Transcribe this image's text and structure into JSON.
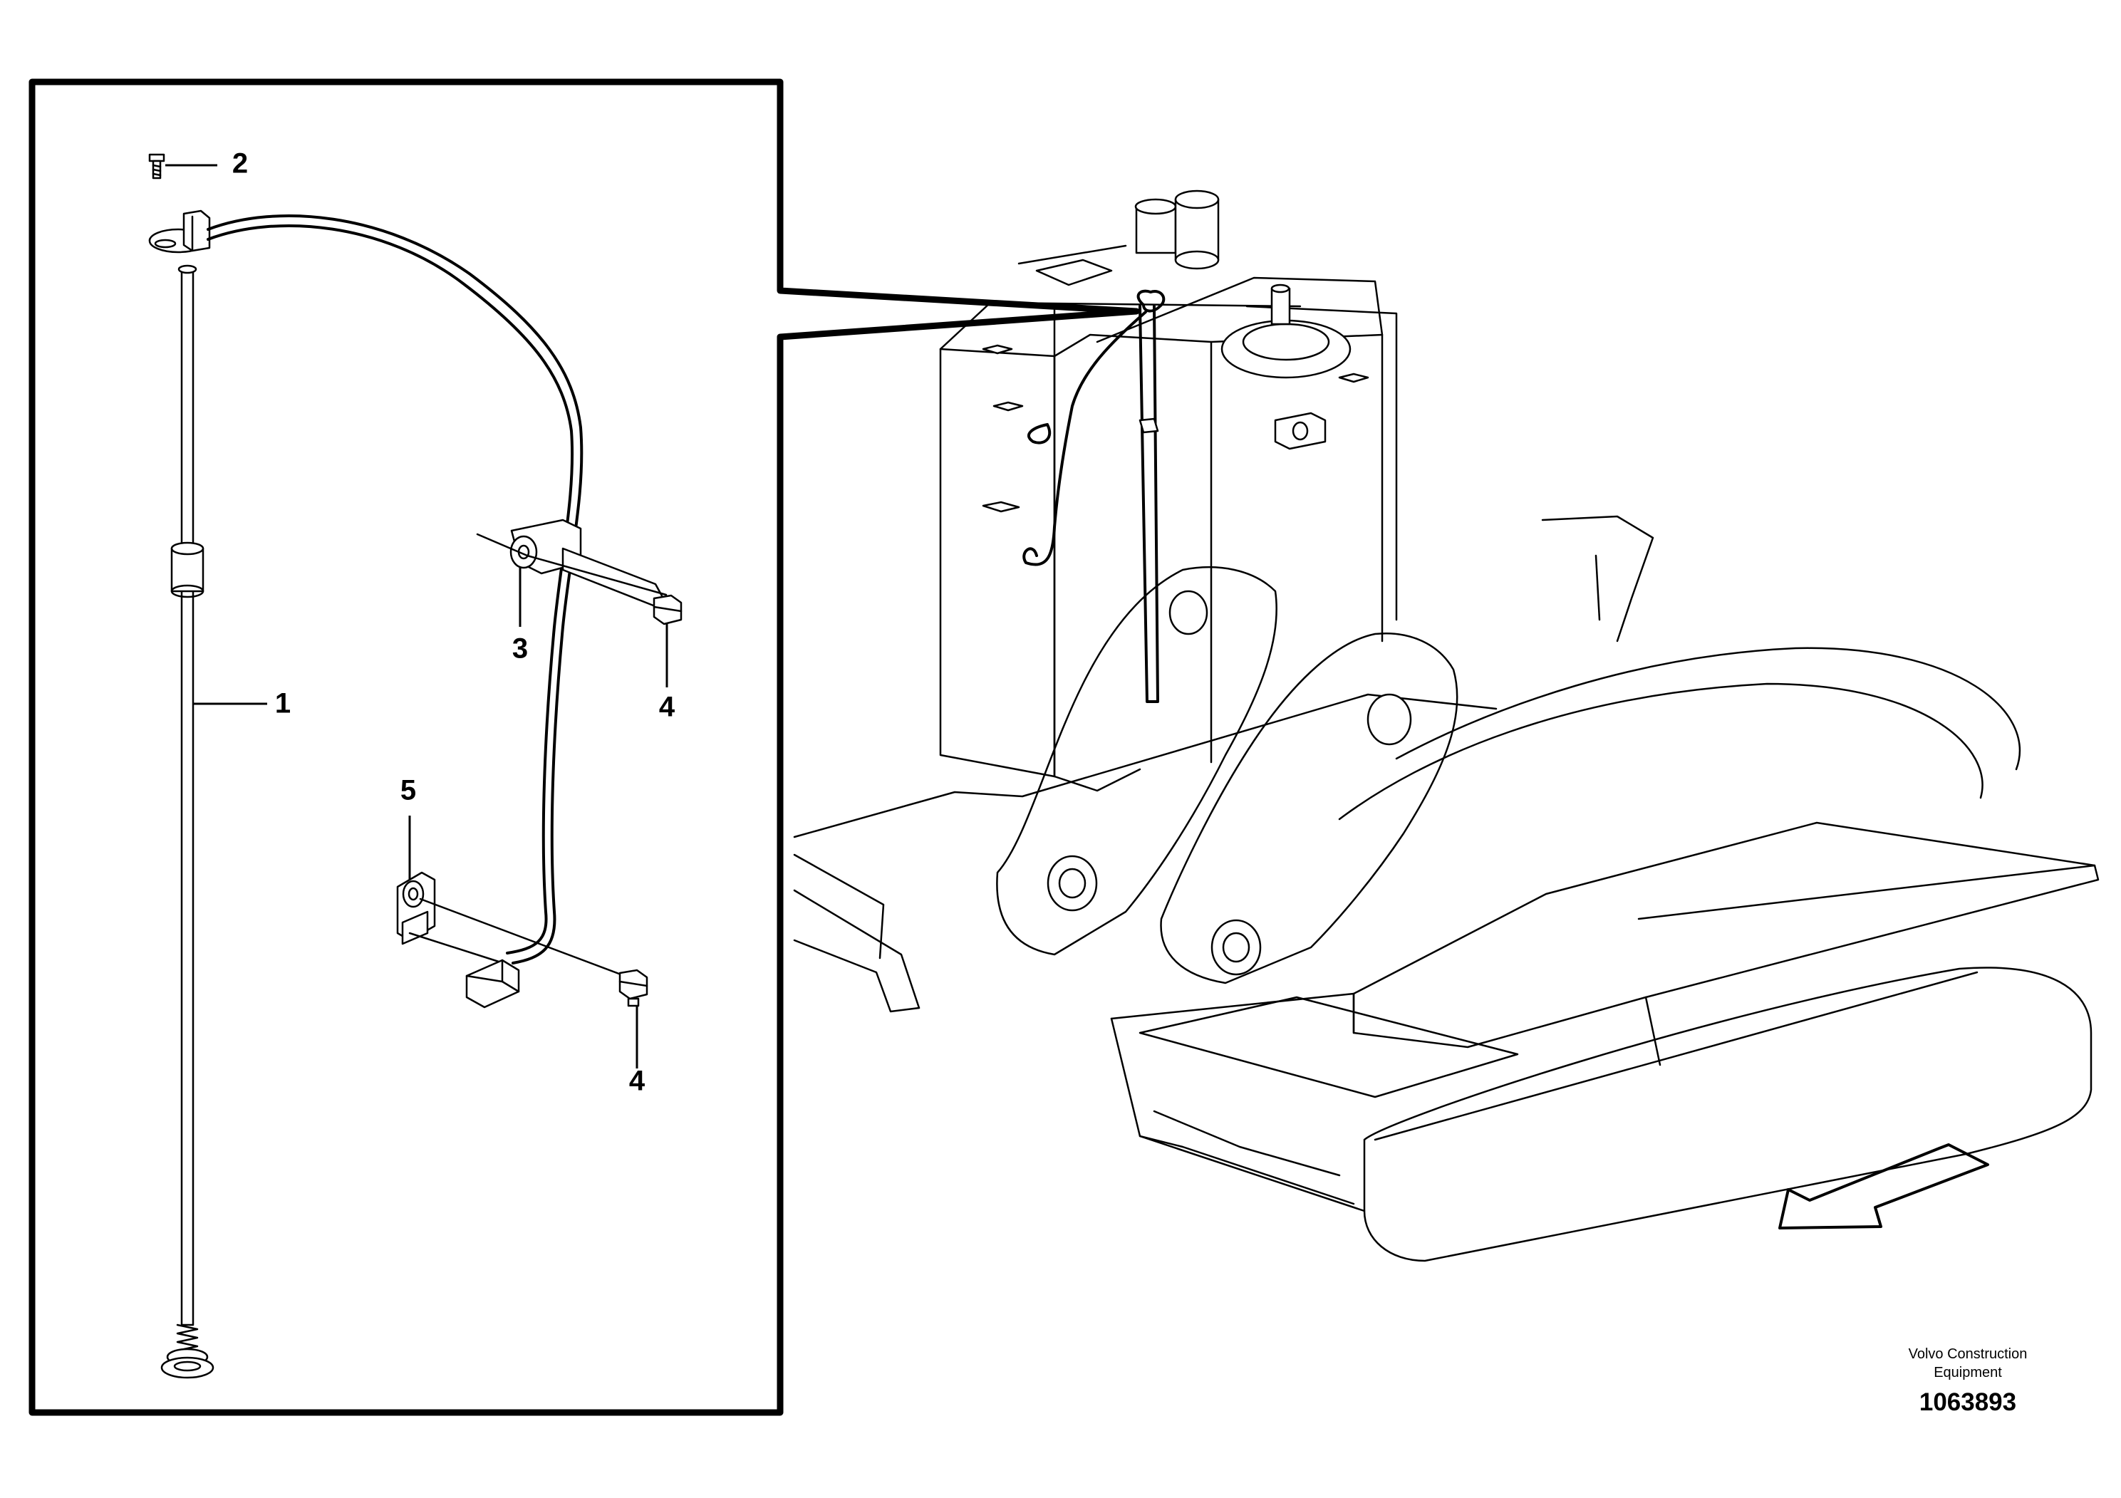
{
  "callouts": {
    "part_1": "1",
    "part_2": "2",
    "part_3": "3",
    "part_4_upper": "4",
    "part_4_lower": "4",
    "part_5": "5"
  },
  "footer": {
    "brand_line_1": "Volvo Construction",
    "brand_line_2": "Equipment",
    "drawing_number": "1063893"
  },
  "colors": {
    "line": "#000000",
    "background": "#ffffff"
  }
}
